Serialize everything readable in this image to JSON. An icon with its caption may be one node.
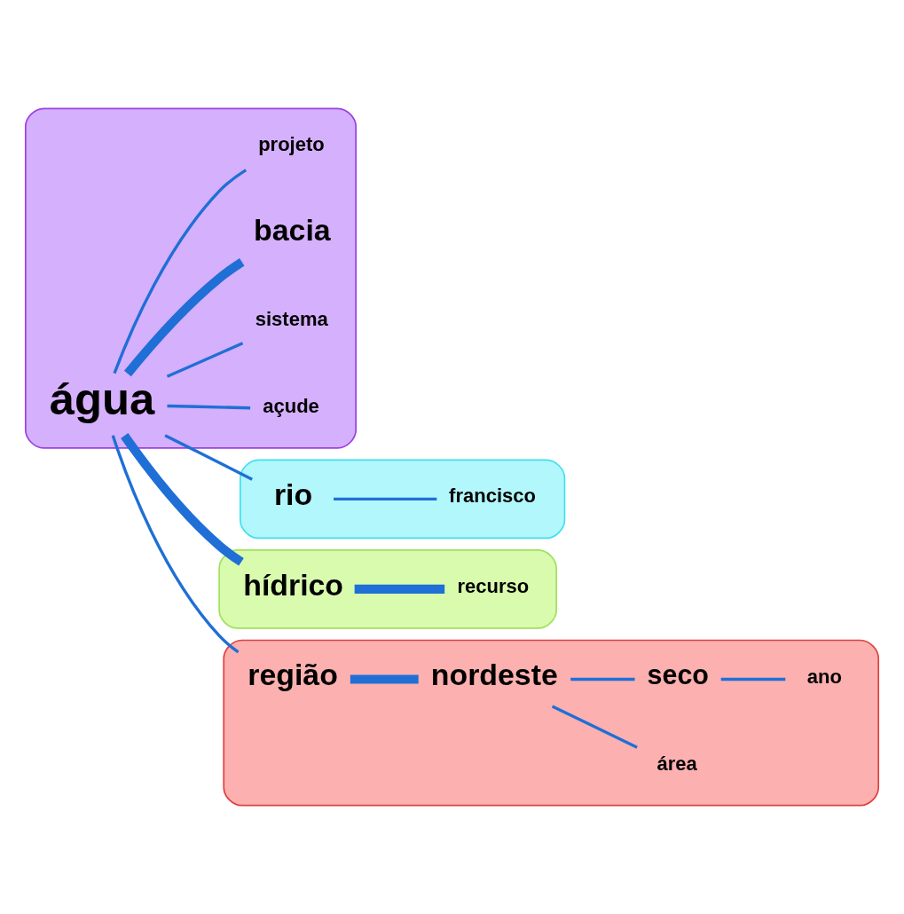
{
  "diagram": {
    "nodes": [
      {
        "text": [],
        "shape": "cloud"
      },
      {
        "text": [
          "açude"
        ],
        "in": 0
      },
      {
        "text": [
          "sistema"
        ],
        "in": 0
      },
      {
        "text": [
          "bacia"
        ],
        "in": 0
      },
      {
        "text": [
          "água"
        ],
        "in": 0
      },
      {
        "text": [
          "projeto"
        ],
        "in": 0
      },
      {
        "text": [],
        "shape": "cloud"
      },
      {
        "text": [
          "francisco"
        ],
        "in": 6
      },
      {
        "text": [
          "rio"
        ],
        "in": 6
      },
      {
        "text": [],
        "shape": "cloud"
      },
      {
        "text": [
          "hídrico"
        ],
        "in": 9
      },
      {
        "text": [
          "recurso"
        ],
        "in": 9
      },
      {
        "text": [],
        "shape": "cloud"
      },
      {
        "text": [
          "região"
        ],
        "in": 12
      },
      {
        "text": [
          "nordeste"
        ],
        "in": 12
      },
      {
        "text": [
          "área"
        ],
        "in": 12
      },
      {
        "text": [
          "seco"
        ],
        "in": 12
      },
      {
        "text": [
          "ano"
        ],
        "in": 12
      }
    ],
    "edges": [
      {
        "from": 4,
        "to": 1,
        "arrow": "none"
      },
      {
        "from": 4,
        "to": 2,
        "arrow": "none"
      },
      {
        "from": 4,
        "to": 3,
        "arrow": "none",
        "style": "thick"
      },
      {
        "from": 4,
        "to": 5,
        "arrow": "none"
      },
      {
        "from": 4,
        "to": 8,
        "arrow": "none"
      },
      {
        "from": 8,
        "to": 7,
        "arrow": "none"
      },
      {
        "from": 4,
        "to": 10,
        "arrow": "none",
        "style": "thick"
      },
      {
        "from": 10,
        "to": 11,
        "arrow": "none",
        "style": "thick"
      },
      {
        "from": 4,
        "to": 13,
        "arrow": "none"
      },
      {
        "from": 13,
        "to": 14,
        "arrow": "none",
        "style": "thick"
      },
      {
        "from": 14,
        "to": 15,
        "arrow": "none"
      },
      {
        "from": 14,
        "to": 16,
        "arrow": "none"
      },
      {
        "from": 16,
        "to": 17,
        "arrow": "none"
      }
    ]
  }
}
